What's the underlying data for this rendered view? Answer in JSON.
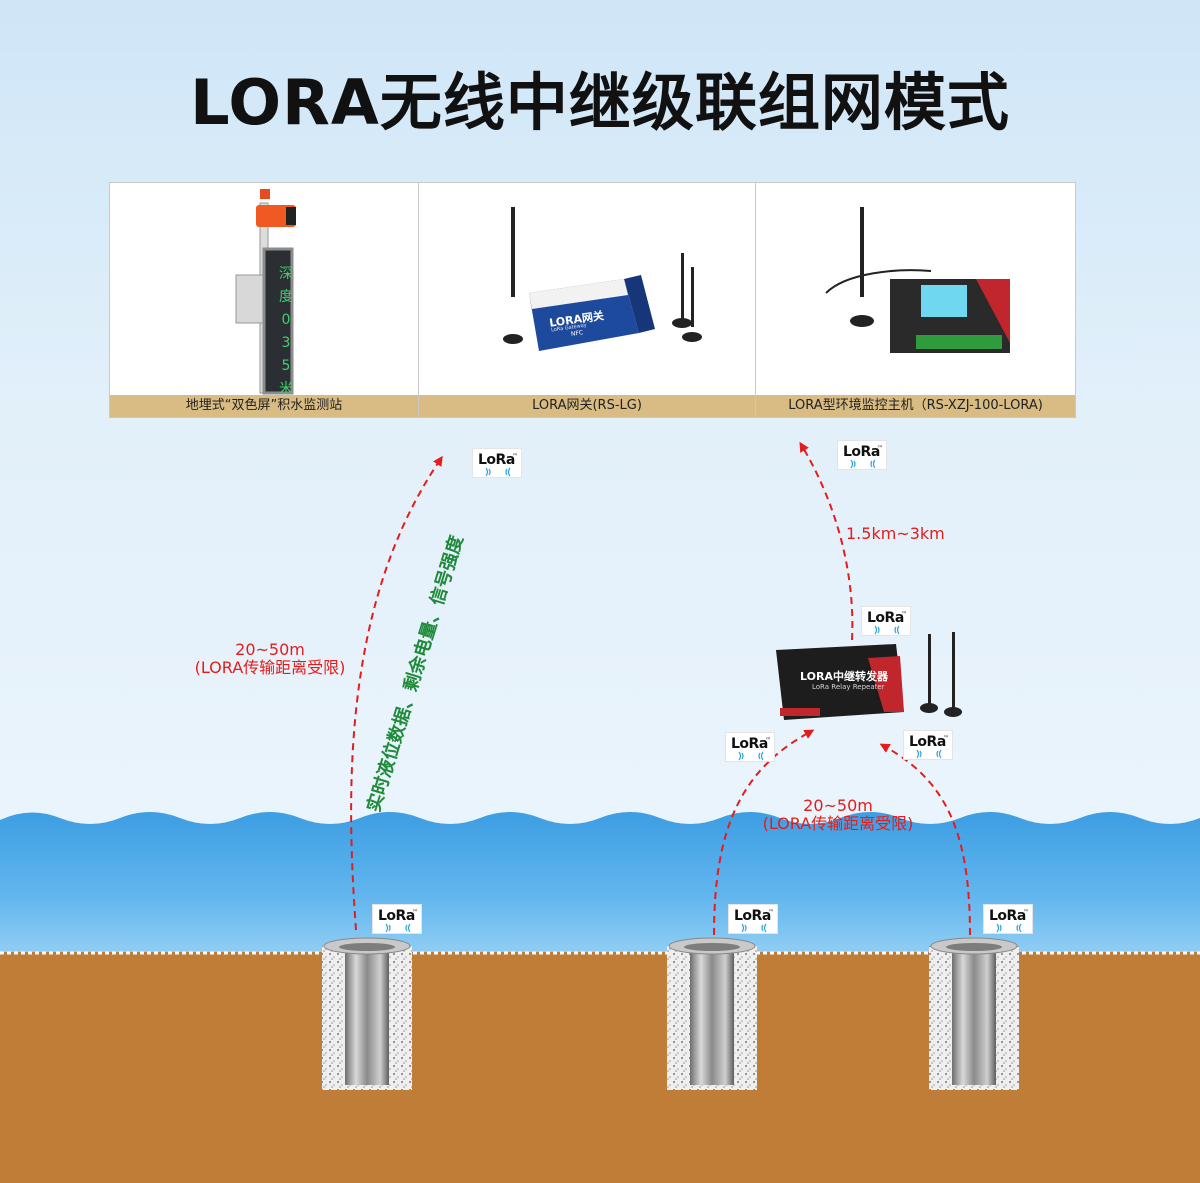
{
  "title": "LORA无线中继级联组网模式",
  "products": [
    {
      "caption": "地埋式“双色屏”积水监测站",
      "screen_text": [
        "深",
        "度",
        "0",
        "3",
        "5",
        "米"
      ]
    },
    {
      "caption": "LORA网关(RS-LG)",
      "device_text": "LORA网关",
      "device_sub": "LoRa Gateway",
      "nfc": "NFC"
    },
    {
      "caption": "LORA型环境监控主机（RS-XZJ-100-LORA)"
    }
  ],
  "lora_badge": {
    "text": "LoRa",
    "trademark": "™"
  },
  "labels": {
    "left_distance": "20~50m",
    "left_limit": "(LORA传输距离受限)",
    "vertical_data": "实时液位数据、剩余电量、信号强度",
    "right_distance": "20~50m",
    "right_limit": "(LORA传输距离受限)",
    "long_distance": "1.5km~3km"
  },
  "repeater": {
    "name": "LORA中继转发器",
    "sub": "LoRa Relay Repeater"
  },
  "colors": {
    "arrow": "#e51c1c",
    "water": "#4aa7e6",
    "soil": "#c07d38",
    "caption_bar": "#d9bc83",
    "green_text": "#1f8a3a"
  },
  "icons": [
    "lora-badge-icon",
    "signal-wave-icon",
    "antenna-icon",
    "alarm-light-icon",
    "pipe-sensor-icon"
  ]
}
